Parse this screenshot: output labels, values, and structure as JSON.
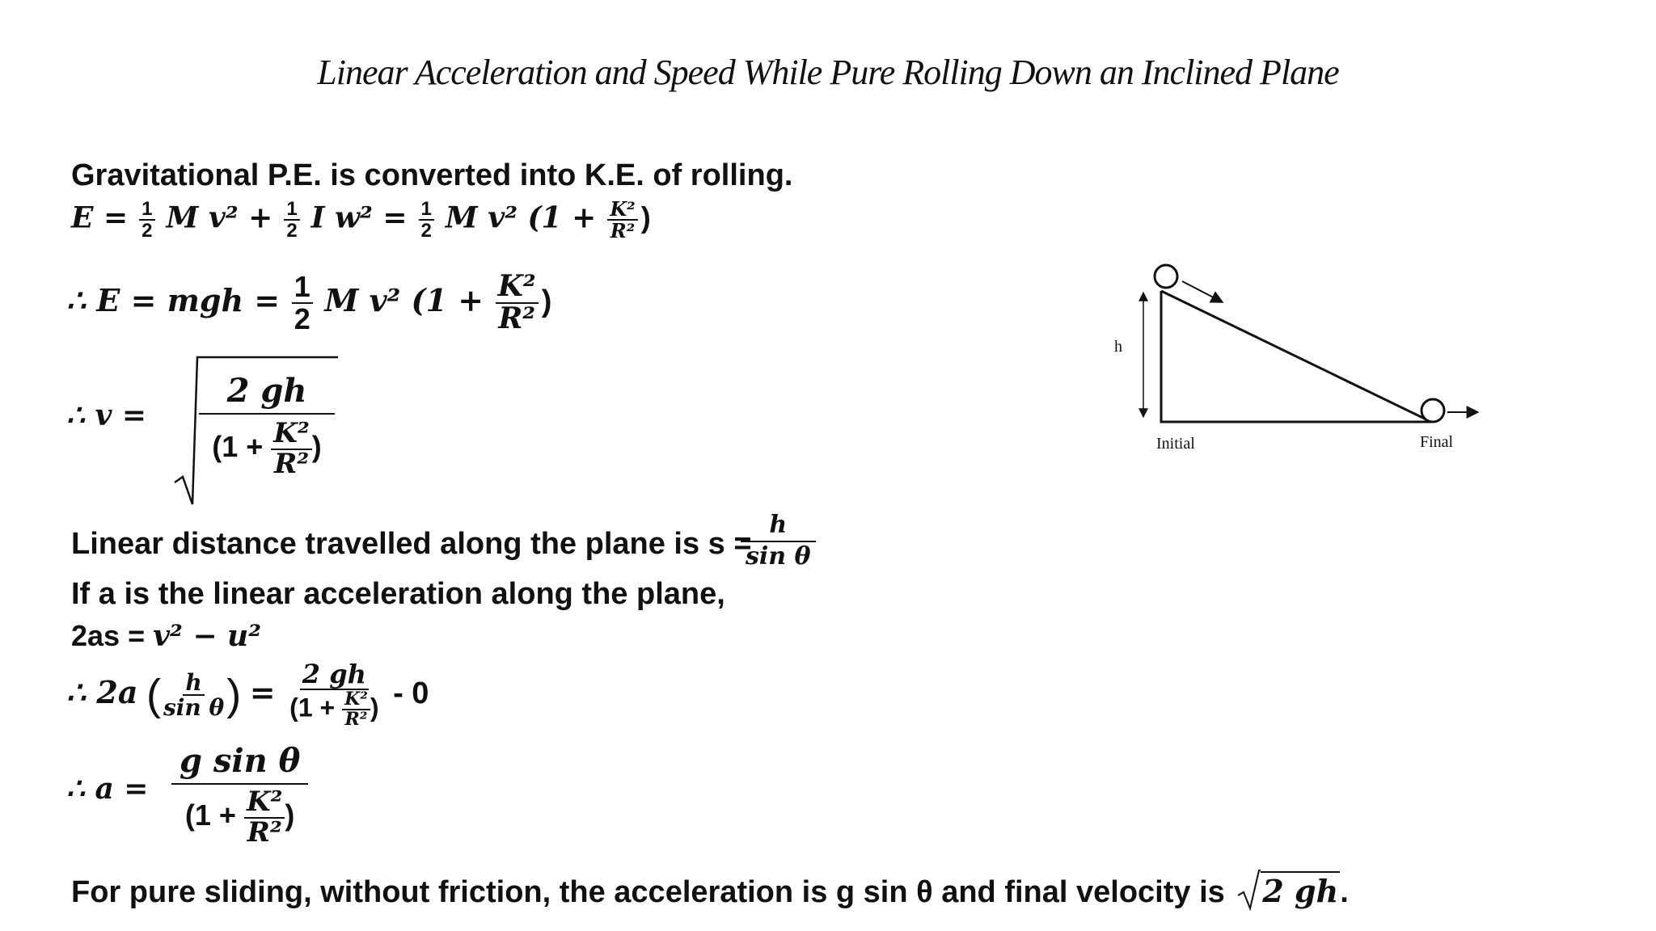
{
  "title": "Linear Acceleration and Speed While Pure Rolling Down an Inclined Plane",
  "intro": "Gravitational P.E. is converted into K.E. of rolling.",
  "eq1": {
    "lhs": "E =",
    "half": {
      "num": "1",
      "den": "2"
    },
    "t1": "M v² +",
    "t2": "I w² =",
    "t3": "M v² (1 +",
    "k2": "K²",
    "r2": "R²",
    "close": ")"
  },
  "eq2": {
    "lhs": "∴ E = mgh =",
    "half": {
      "num": "1",
      "den": "2"
    },
    "t1": "M v² (1 +",
    "k2": "K²",
    "r2": "R²",
    "close": ")"
  },
  "eq3": {
    "lhs": "∴ v =",
    "num": "2 gh",
    "den_open": "(1 +",
    "k2": "K²",
    "r2": "R²",
    "den_close": ")"
  },
  "distance": {
    "text": "Linear distance travelled along the plane is s =",
    "num": "h",
    "den": "sin θ"
  },
  "accel_intro": "If a is the linear acceleration along the plane,",
  "kinematics": {
    "lhs": "2as =",
    "rhs": "v² − u²"
  },
  "eq4": {
    "lhs": "∴ 2a",
    "num": "h",
    "den": "sin θ",
    "eq": "=",
    "rnum": "2 gh",
    "rden_open": "(1 +",
    "k2": "K²",
    "r2": "R²",
    "rden_close": ")",
    "tail": "- 0"
  },
  "eq5": {
    "lhs": "∴ a =",
    "num": "g sin θ",
    "den_open": "(1 +",
    "k2": "K²",
    "r2": "R²",
    "den_close": ")"
  },
  "conclusion": {
    "text": "For pure sliding, without friction, the acceleration is g sin θ and final velocity is",
    "root": "2 gh",
    "end": "."
  },
  "diagram": {
    "height_label": "h",
    "initial_label": "Initial",
    "final_label": "Final"
  }
}
